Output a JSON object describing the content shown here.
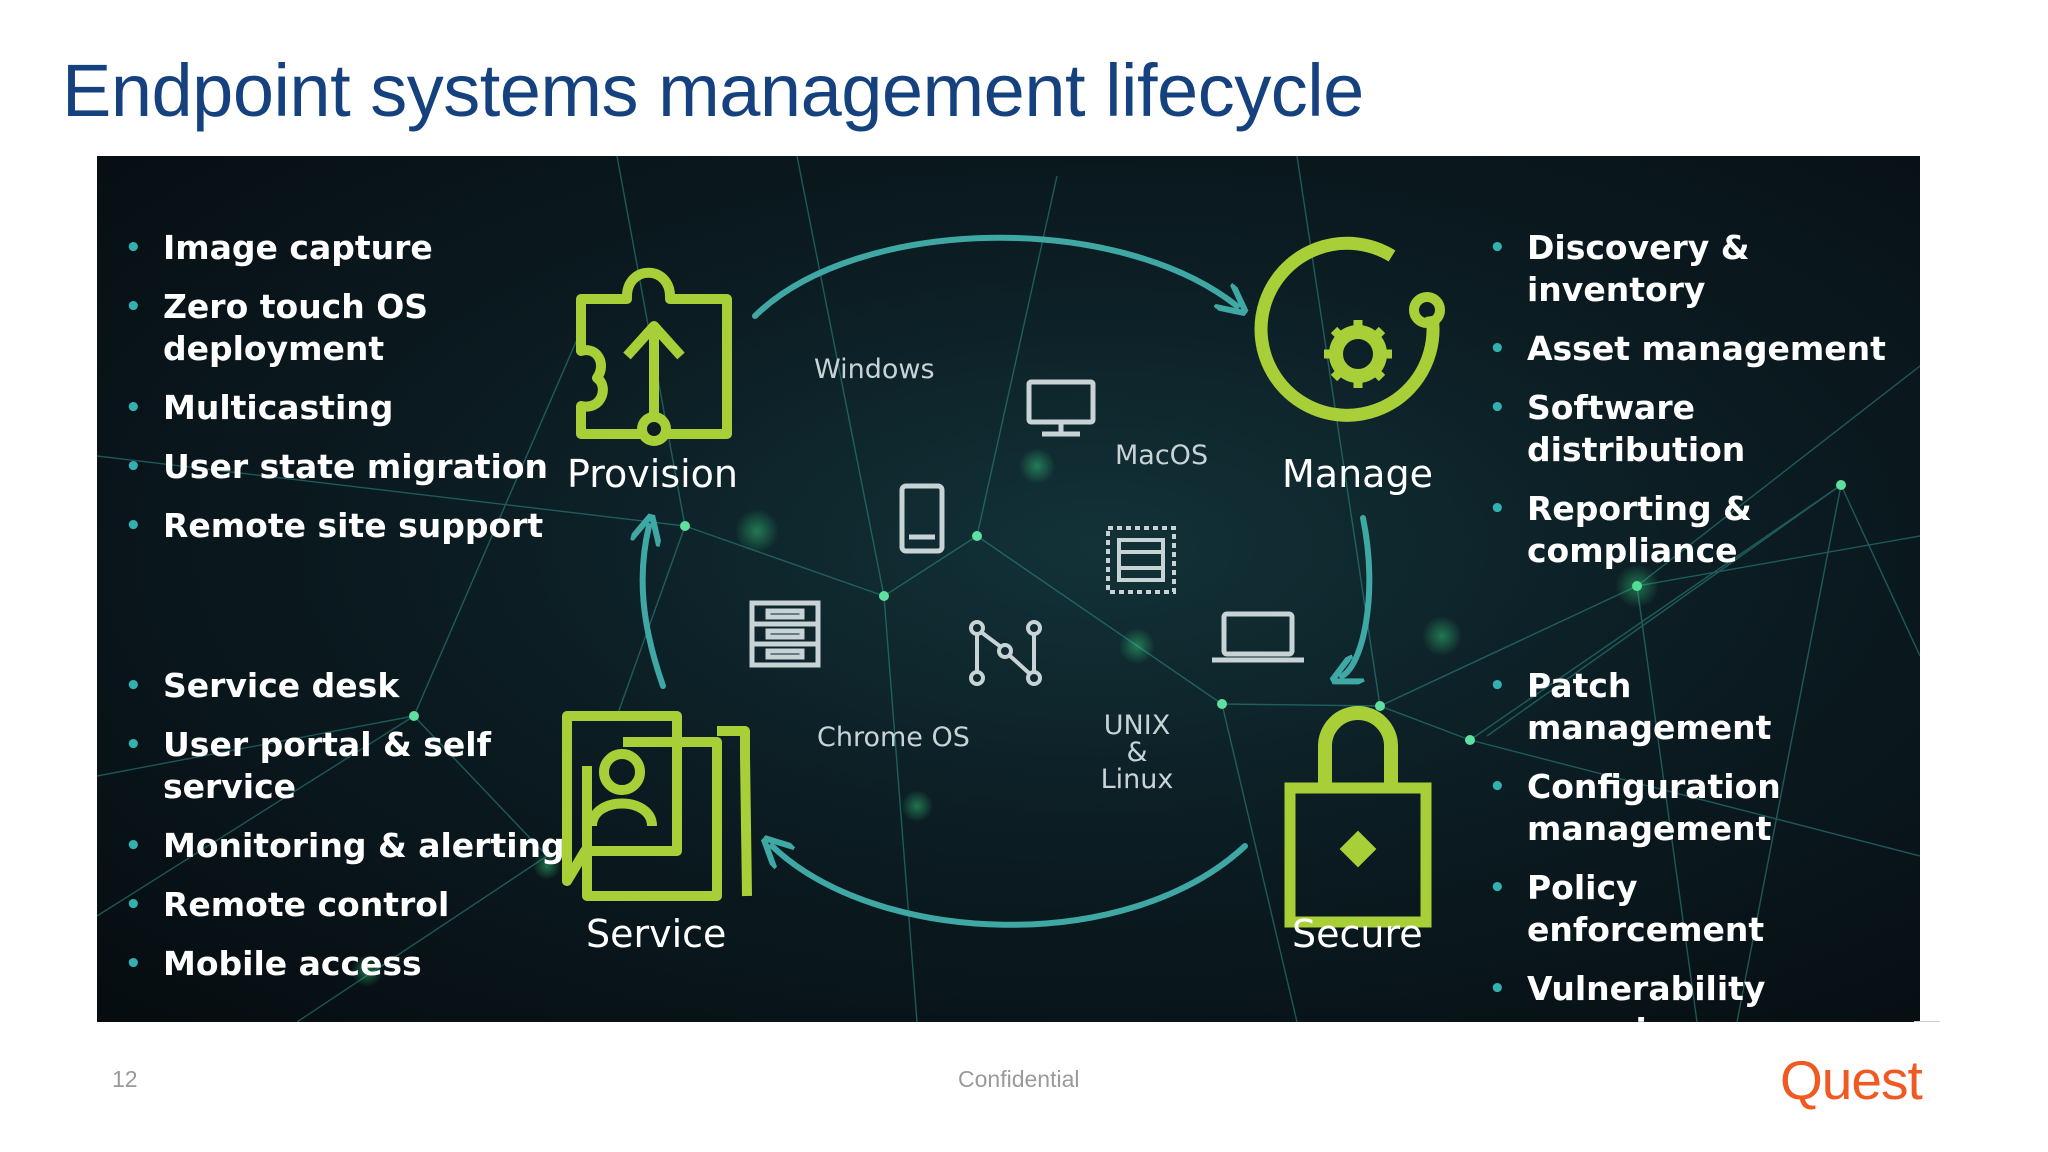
{
  "title": "Endpoint systems management lifecycle",
  "colors": {
    "accent": "#a9cf38",
    "teal": "#3fa8a4",
    "title": "#15427e",
    "brand": "#f05a22"
  },
  "lists": {
    "provision": [
      "Image capture",
      "Zero touch OS deployment",
      "Multicasting",
      "User state migration",
      "Remote site support"
    ],
    "manage": [
      "Discovery & inventory",
      "Asset management",
      "Software distribution",
      "Reporting & compliance"
    ],
    "service": [
      "Service desk",
      "User portal & self service",
      "Monitoring & alerting",
      "Remote control",
      "Mobile access"
    ],
    "secure": [
      "Patch management",
      "Configuration management",
      "Policy enforcement",
      "Vulnerability scanning"
    ]
  },
  "stages": {
    "provision": "Provision",
    "manage": "Manage",
    "secure": "Secure",
    "service": "Service"
  },
  "os": {
    "windows": "Windows",
    "macos": "MacOS",
    "chrome": "Chrome OS",
    "unix": "UNIX",
    "amp": "&",
    "linux": "Linux"
  },
  "icons": [
    "puzzle-arrow-icon",
    "gear-orbit-icon",
    "padlock-icon",
    "chat-person-icon",
    "monitor-icon",
    "tablet-icon",
    "server-icon",
    "network-icon",
    "chip-icon",
    "laptop-icon"
  ],
  "footer": {
    "page_number": "12",
    "confidential": "Confidential",
    "logo": "Quest"
  }
}
